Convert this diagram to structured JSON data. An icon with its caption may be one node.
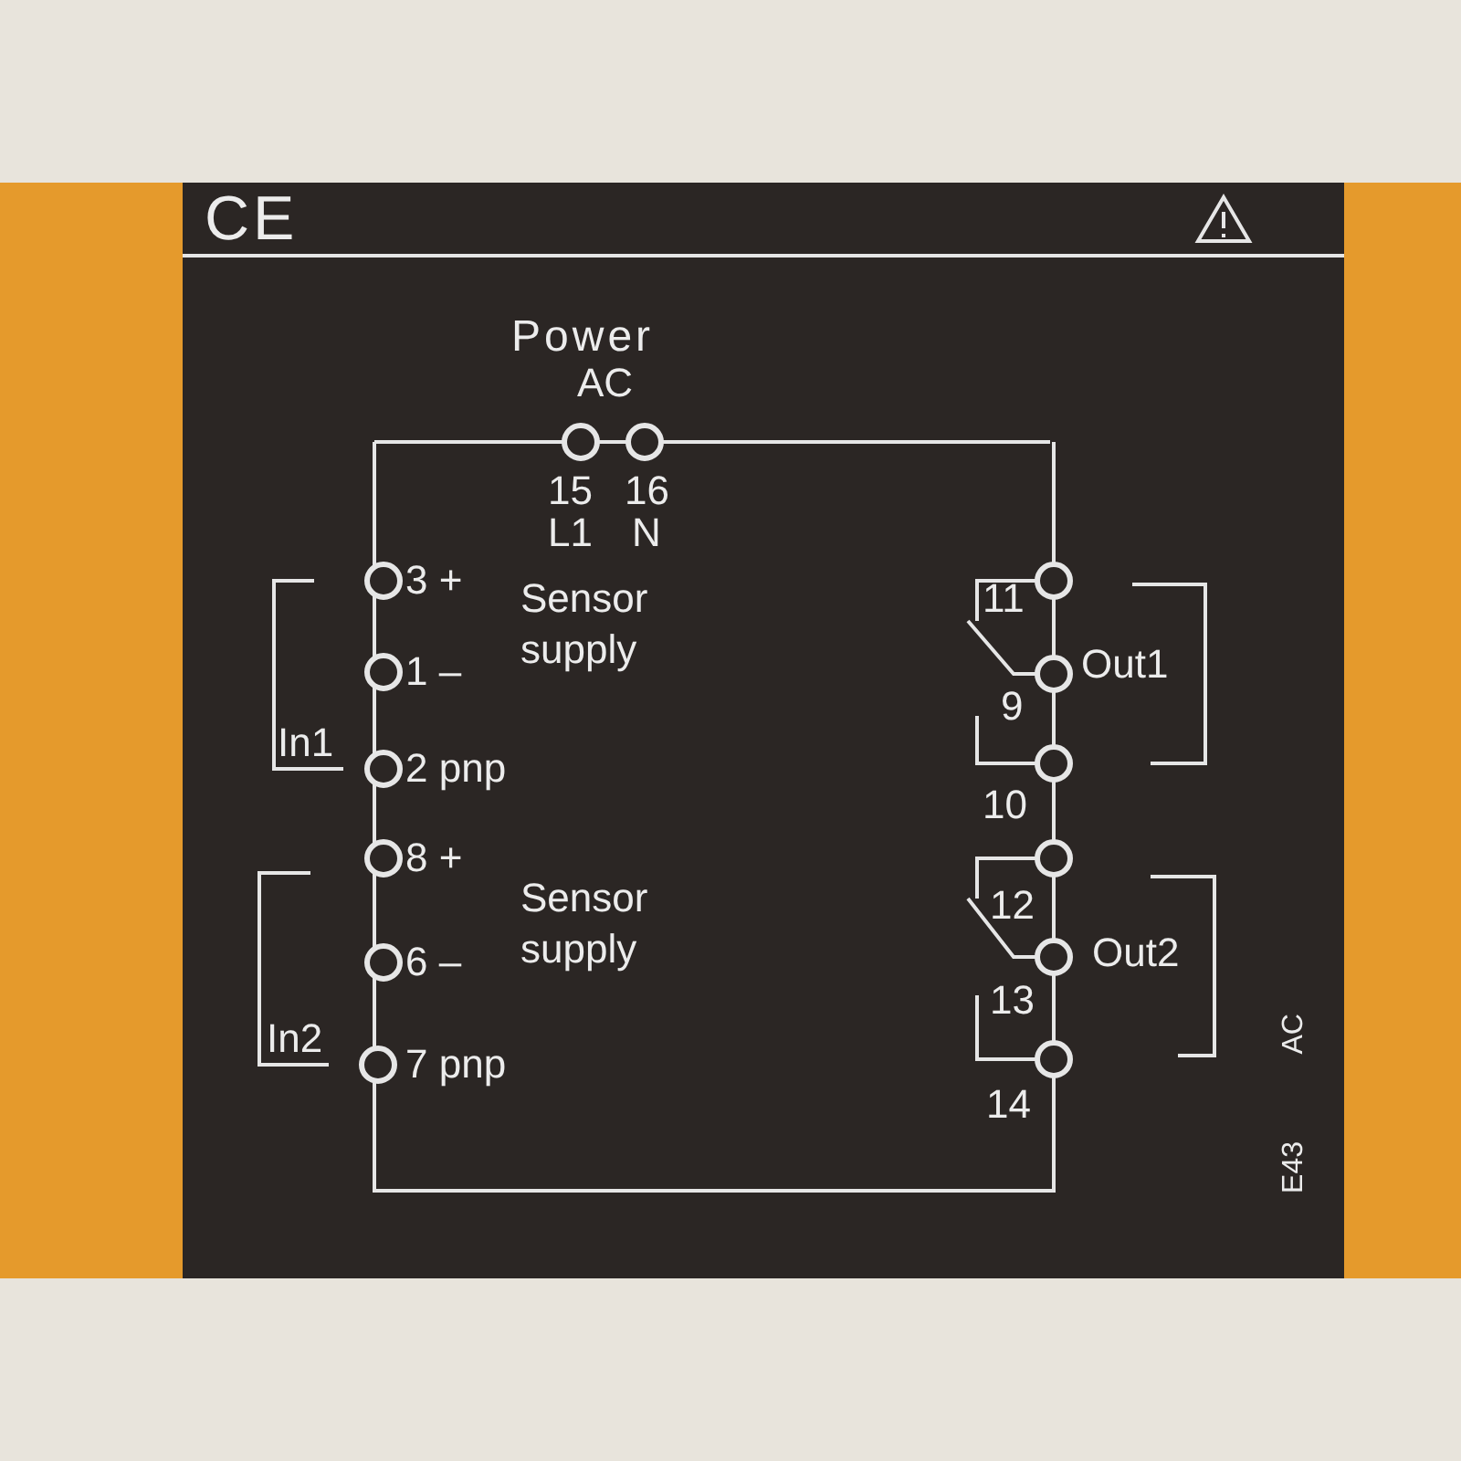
{
  "diagram": {
    "labels": [
      "CE",
      "Power",
      "AC",
      "15",
      "16",
      "L1",
      "N",
      "3 +",
      "Sensor supply",
      "1 –",
      "In1",
      "2 pnp",
      "8 +",
      "Sensor supply",
      "6 –",
      "In2",
      "7 pnp",
      "11",
      "Out1",
      "9",
      "10",
      "12",
      "Out2",
      "13",
      "14",
      "AC",
      "E43"
    ]
  }
}
